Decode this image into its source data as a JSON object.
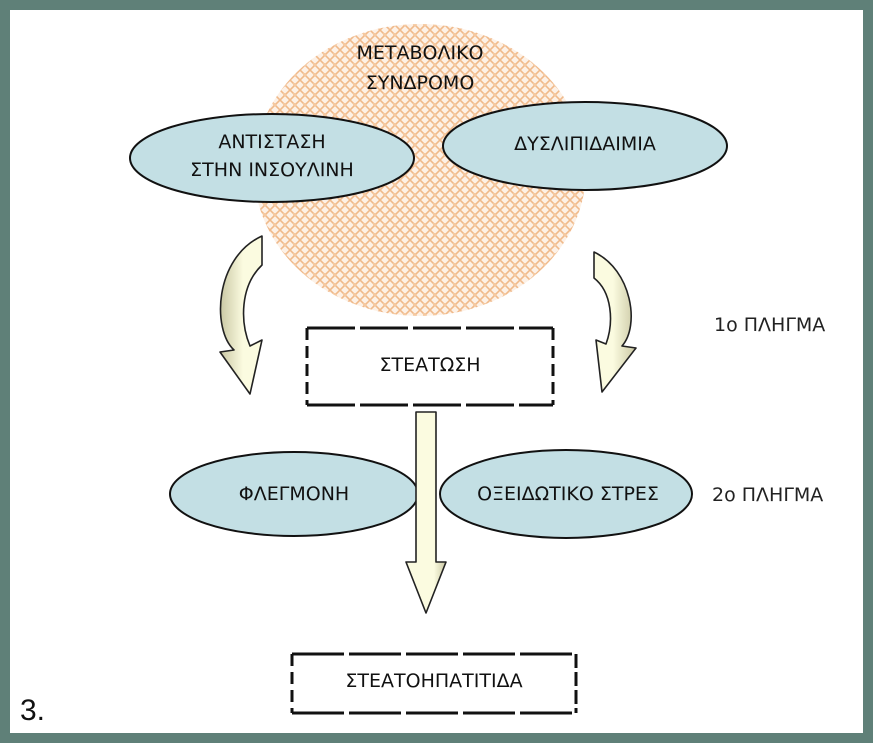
{
  "figure_number": "3.",
  "metabolic_syndrome": {
    "line1": "ΜΕΤΑΒΟΛΙΚΟ",
    "line2": "ΣΥΝΔΡΟΜΟ"
  },
  "insulin_resistance": {
    "line1": "ΑΝΤΙΣΤΑΣΗ",
    "line2": "ΣΤΗΝ ΙΝΣΟΥΛΙΝΗ"
  },
  "dyslipidemia": "ΔΥΣΛΙΠΙΔΑΙΜΙΑ",
  "steatosis": "ΣΤΕΑΤΩΣΗ",
  "first_hit": "1ο ΠΛΗΓΜΑ",
  "inflammation": "ΦΛΕΓΜΟΝΗ",
  "oxidative_stress": "ΟΞΕΙΔΩΤΙΚΟ ΣΤΡΕΣ",
  "second_hit": "2ο ΠΛΗΓΜΑ",
  "steatohepatitis": "ΣΤΕΑΤΟΗΠΑΤΙΤΙΔΑ",
  "colors": {
    "frame": "#5f8078",
    "ellipse_fill": "#c3dfe4",
    "cloud_pattern": "#f0b98a",
    "arrow_fill": "#fbfbe0",
    "arrow_shade": "#c9c7a3"
  }
}
